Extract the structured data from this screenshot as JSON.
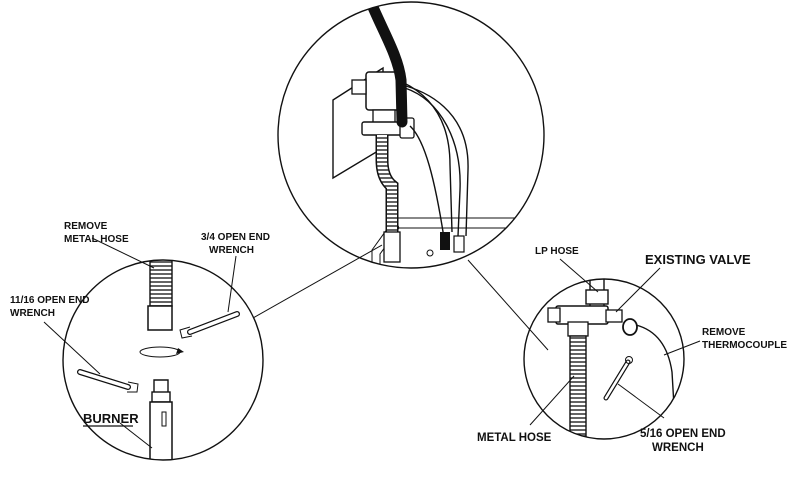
{
  "labels": {
    "remove_metal_hose_1": "REMOVE",
    "remove_metal_hose_2": "METAL HOSE",
    "open_end_34_1": "3/4 OPEN END",
    "open_end_34_2": "WRENCH",
    "open_end_1116_1": "11/16 OPEN END",
    "open_end_1116_2": "WRENCH",
    "burner": "BURNER",
    "lp_hose": "LP HOSE",
    "existing_valve": "EXISTING VALVE",
    "remove_thermocouple_1": "REMOVE",
    "remove_thermocouple_2": "THERMOCOUPLE",
    "metal_hose": "METAL HOSE",
    "open_end_516_1": "5/16 OPEN END",
    "open_end_516_2": "WRENCH"
  }
}
